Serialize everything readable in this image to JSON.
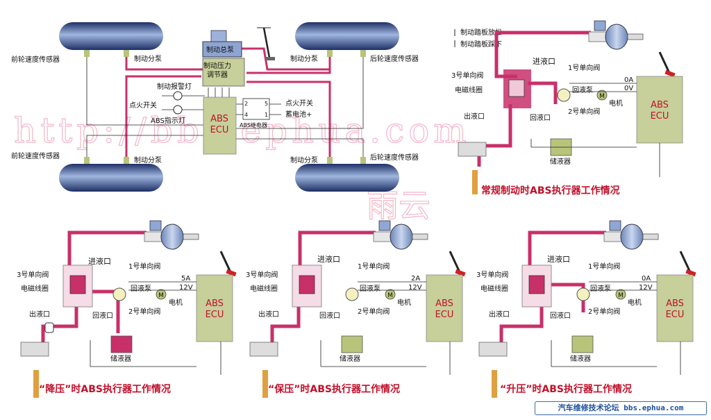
{
  "diagram_main": {
    "front_sensor_top": "前轮速度传感器",
    "front_sensor_bottom": "前轮速度传感器",
    "rear_sensor_top": "后轮速度传感器",
    "rear_sensor_bottom": "后轮速度传感器",
    "wheel_cylinder_tl": "制动分泵",
    "wheel_cylinder_tr": "制动分泵",
    "wheel_cylinder_bl": "制动分泵",
    "wheel_cylinder_br": "制动分泵",
    "master_cylinder": "制动总泵",
    "pressure_regulator_1": "制动压力",
    "pressure_regulator_2": "调节器",
    "brake_warning_lamp": "制动报警灯",
    "ignition_switch_left": "点火开关",
    "abs_indicator_lamp": "ABS指示灯",
    "ecu_line1": "ABS",
    "ecu_line2": "ECU",
    "ignition_switch_right": "点火开关",
    "battery": "蓄电池+",
    "abs_relay": "ABS继电器",
    "relay_pin_2": "2",
    "relay_pin_5": "5",
    "relay_pin_4": "4",
    "relay_pin_1": "1"
  },
  "legend": {
    "release": "制动踏板放松",
    "press": "制动踏板踩下"
  },
  "labels": {
    "inlet": "进液口",
    "outlet": "出液口",
    "return_port": "回液口",
    "valve_1": "1号单向阀",
    "valve_2": "2号单向阀",
    "valve_3": "3号单向阀",
    "solenoid": "电磁线圈",
    "return_pump": "回液泵",
    "motor_letter": "M",
    "motor": "电机",
    "reservoir": "储液器",
    "ecu_line1": "ABS",
    "ecu_line2": "ECU"
  },
  "panels": {
    "normal": {
      "caption": "常规制动时ABS执行器工作情况",
      "current": "0A",
      "voltage": "0V"
    },
    "decrease": {
      "caption": "“降压”时ABS执行器工作情况",
      "current": "5A",
      "voltage": "12V"
    },
    "hold": {
      "caption": "“保压”时ABS执行器工作情况",
      "current": "2A",
      "voltage": "12V"
    },
    "increase": {
      "caption": "“升压”时ABS执行器工作情况",
      "current": "0A",
      "voltage": "12V"
    }
  },
  "watermark": {
    "url": "http://bbs.ephua.com",
    "author": "雨云"
  },
  "footer": {
    "text": "汽车维修技术论坛 bbs.ephua.com"
  },
  "colors": {
    "fluid": "#c8306a",
    "ecu_box": "#c7cf9a",
    "wheel": "#2e4a8a",
    "caption": "#c0102a",
    "footer": "#1d4f9c"
  }
}
